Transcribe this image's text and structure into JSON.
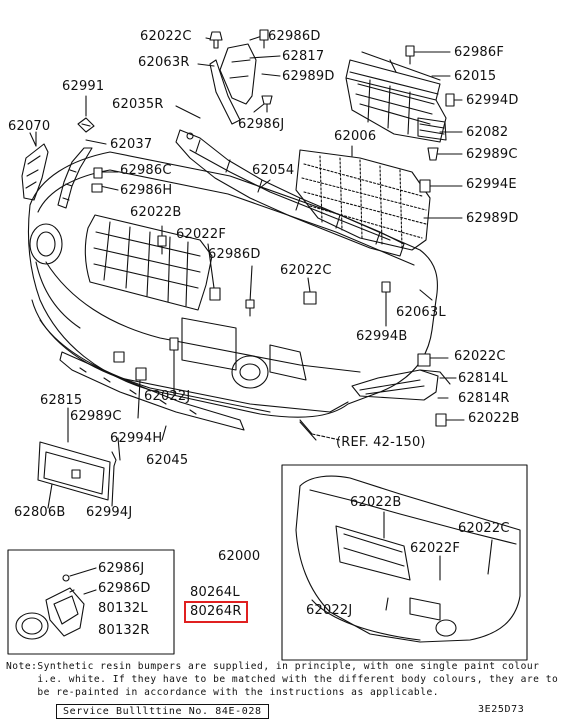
{
  "labels": {
    "p62022C_top": "62022C",
    "p62986D_top": "62986D",
    "p62063R": "62063R",
    "p62817": "62817",
    "p62989D_top": "62989D",
    "p62986F": "62986F",
    "p62015": "62015",
    "p62991": "62991",
    "p62035R": "62035R",
    "p62994D": "62994D",
    "p62070": "62070",
    "p62037": "62037",
    "p62986J_top": "62986J",
    "p62006": "62006",
    "p62082": "62082",
    "p62986C": "62986C",
    "p62989C_top": "62989C",
    "p62986H": "62986H",
    "p62054": "62054",
    "p62994E": "62994E",
    "p62022B_top": "62022B",
    "p62989D_mid": "62989D",
    "p62022F_top": "62022F",
    "p62986D_mid": "62986D",
    "p62022C_mid": "62022C",
    "p62063L": "62063L",
    "p62994B": "62994B",
    "p62022C_right": "62022C",
    "p62815": "62815",
    "p62814L": "62814L",
    "p62989C_low": "62989C",
    "p62022J_mid": "62022J",
    "p62814R": "62814R",
    "p62022B_right": "62022B",
    "p62994H": "62994H",
    "ref": "(REF. 42-150)",
    "p62045": "62045",
    "p62806B": "62806B",
    "p62994J": "62994J",
    "p62022B_inset": "62022B",
    "p62022C_inset": "62022C",
    "p62000": "62000",
    "p62022F_inset": "62022F",
    "p62022J_inset": "62022J",
    "p62986J_small": "62986J",
    "p62986D_small": "62986D",
    "p80132L": "80132L",
    "p80132R": "80132R",
    "p80264L": "80264L",
    "p80264R": "80264R"
  },
  "note": {
    "line1": "Note:Synthetic resin bumpers are supplied, in principle, with one single paint colour",
    "line2": "     i.e. white. If they have to be matched with the different body colours, they are to",
    "line3": "     be re-painted in accordance with the instructions as applicable."
  },
  "service_bulletin": "Service Bulllttine No. 84E-028",
  "diagram_code": "3E25D73",
  "colors": {
    "highlight": "#e02020",
    "line": "#111111",
    "background": "#ffffff"
  }
}
